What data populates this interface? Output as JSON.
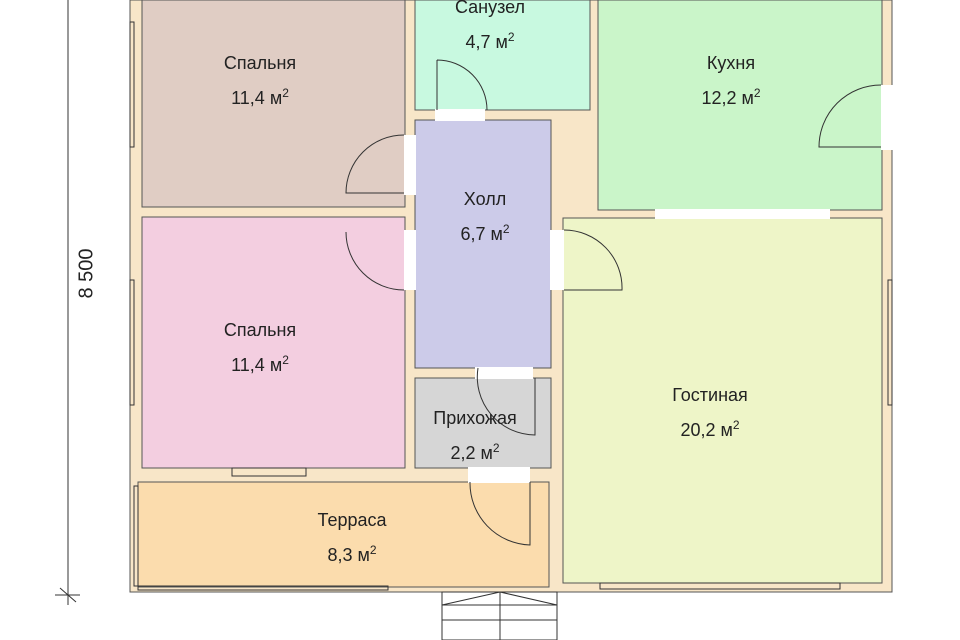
{
  "dimension": "8 500",
  "unit": "м",
  "rooms": [
    {
      "name": "Спальня",
      "area": "11,4",
      "color": "#e0cdc4"
    },
    {
      "name": "Санузел",
      "area": "4,7",
      "color": "#c8f9e0"
    },
    {
      "name": "Кухня",
      "area": "12,2",
      "color": "#caf5c9"
    },
    {
      "name": "Холл",
      "area": "6,7",
      "color": "#cccbe9"
    },
    {
      "name": "Спальня",
      "area": "11,4",
      "color": "#f3cee0"
    },
    {
      "name": "Прихожая",
      "area": "2,2",
      "color": "#d6d6d6"
    },
    {
      "name": "Гостиная",
      "area": "20,2",
      "color": "#eef5c8"
    },
    {
      "name": "Терраса",
      "area": "8,3",
      "color": "#fbdcad"
    }
  ],
  "wall_color": "#f8e6c8"
}
